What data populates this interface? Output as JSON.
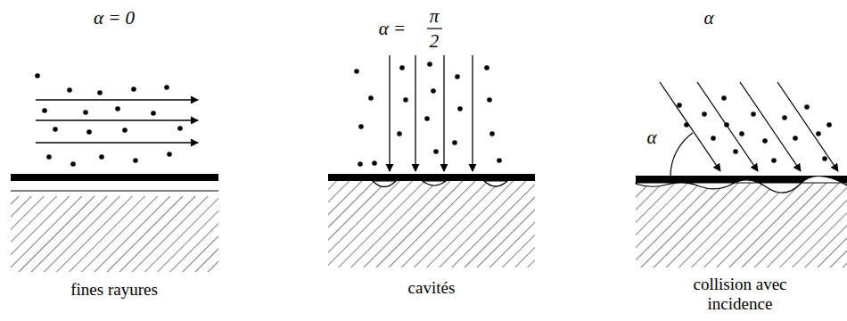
{
  "diagram": {
    "labels": [
      "α = 0",
      "α =",
      "π",
      "2",
      "α",
      "α",
      "fines rayures",
      "cavités",
      "collision avec incidence"
    ]
  }
}
